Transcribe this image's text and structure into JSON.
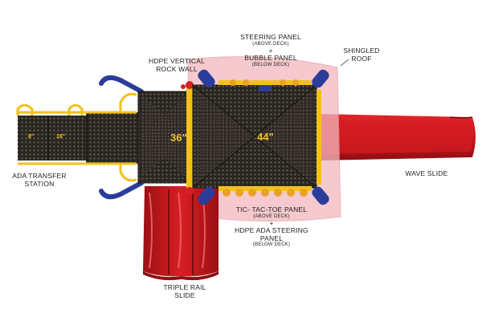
{
  "labels": {
    "steering_panel": "STEERING PANEL",
    "steering_panel_note": "(ABOVE DECK)",
    "plus_1": "+",
    "bubble_panel": "BUBBLE PANEL",
    "bubble_panel_note": "(BELOW DECK)",
    "shingled_roof_1": "SHINGLED",
    "shingled_roof_2": "ROOF",
    "rock_wall_1": "HDPE VERTICAL",
    "rock_wall_2": "ROCK WALL",
    "ada_transfer_1": "ADA TRANSFER",
    "ada_transfer_2": "STATION",
    "wave_slide": "WAVE SLIDE",
    "tic_tac_toe": "TIC- TAC-TOE PANEL",
    "tic_tac_toe_note": "(ABOVE DECK)",
    "plus_2": "+",
    "ada_steering_1": "HDPE ADA STEERING",
    "ada_steering_2": "PANEL",
    "ada_steering_note": "(BELOW DECK)",
    "triple_rail_1": "TRIPLE RAIL",
    "triple_rail_2": "SLIDE"
  },
  "deck_heights": {
    "deck_small": "36\"",
    "deck_large": "44\"",
    "step_1": "8\"",
    "step_2": "16\""
  },
  "colors": {
    "deck": "#2a2622",
    "deck_holes": "#6b6259",
    "slide_red": "#c4161c",
    "slide_dark": "#8e0f12",
    "yellow": "#f2c21a",
    "blue": "#2b3d9a",
    "roof_pink": "#f2b8bd",
    "post_orange": "#e8a22a"
  }
}
